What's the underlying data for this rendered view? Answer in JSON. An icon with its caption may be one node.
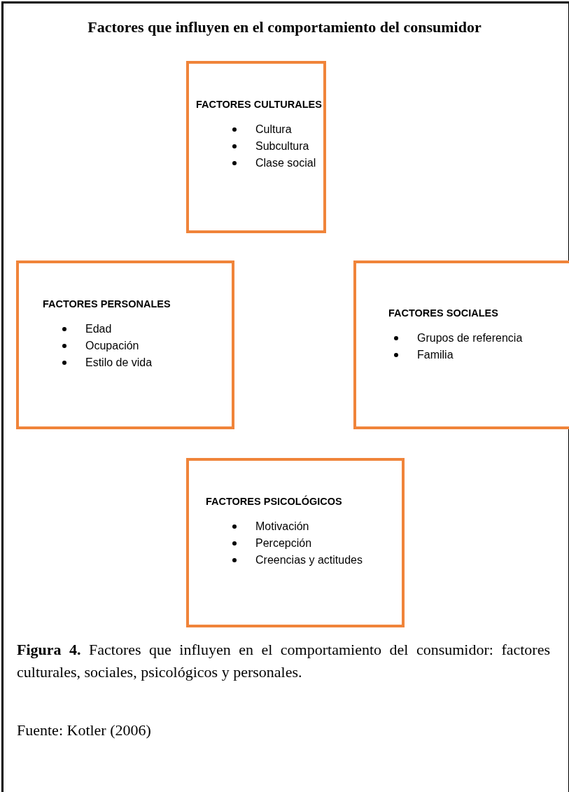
{
  "diagram": {
    "title": "Factores que influyen en el comportamiento del consumidor",
    "nodes": [
      {
        "text": [
          "FACTORES CULTURALES",
          "Cultura",
          "Subcultura",
          "Clase social"
        ]
      },
      {
        "text": [
          "FACTORES PERSONALES",
          "Edad",
          "Ocupación",
          "Estilo de vida"
        ]
      },
      {
        "text": [
          "FACTORES SOCIALES",
          "Grupos de referencia",
          "Familia"
        ]
      },
      {
        "text": [
          "FACTORES PSICOLÓGICOS",
          "Motivación",
          "Percepción",
          "Creencias y actitudes"
        ]
      }
    ],
    "caption": "**Figura 4.** Factores que influyen en el comportamiento del consumidor: factores culturales, sociales, psicológicos y personales.",
    "labels": [
      "Fuente: Kotler (2006)"
    ]
  }
}
